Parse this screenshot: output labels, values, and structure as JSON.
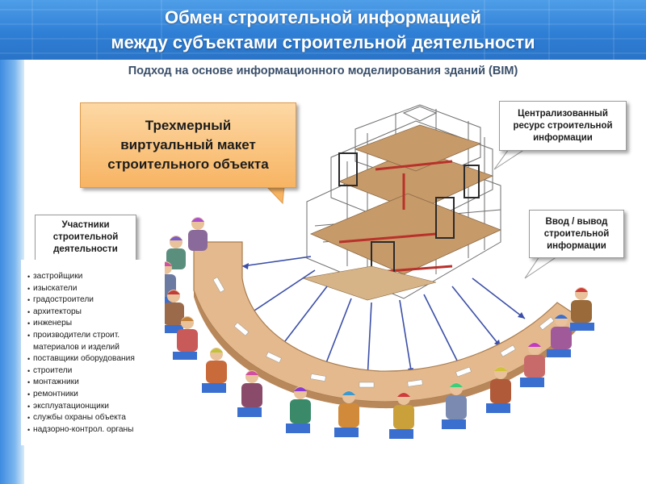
{
  "header": {
    "title_line1": "Обмен строительной информацией",
    "title_line2": "между субъектами строительной деятельности"
  },
  "subtitle": "Подход на основе информационного моделирования зданий (BIM)",
  "model_label": "Трехмерный\nвиртуальный макет\nстроительного объекта",
  "callouts": {
    "central_resource": "Централизованный\nресурс строительной\nинформации",
    "io": "Ввод / вывод\nстроительной\nинформации",
    "participants": "Участники\nстроительной\nдеятельности"
  },
  "participants": [
    "застройщики",
    "изыскатели",
    "градостроители",
    "архитекторы",
    "инженеры",
    "производители строит.\nматериалов и изделий",
    "поставщики оборудования",
    "строители",
    "монтажники",
    "ремонтники",
    "эксплуатационщики",
    "службы охраны объекта",
    "надзорно-контрол. органы"
  ],
  "colors": {
    "header": "#2f7fd6",
    "label_box": "#f7b463",
    "table": "#e3b98d",
    "connector": "#3b4fa8",
    "chair": "#3a6fd0"
  }
}
